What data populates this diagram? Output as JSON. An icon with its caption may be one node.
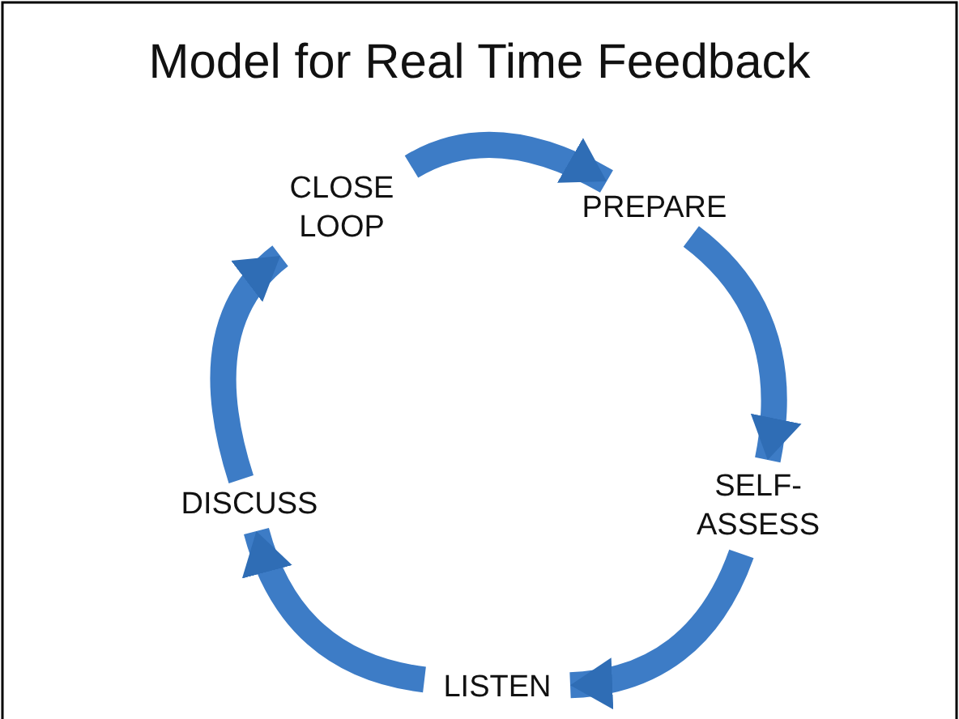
{
  "diagram": {
    "title": "Model for Real Time Feedback",
    "nodes": [
      {
        "text": [
          "CLOSE LOOP"
        ]
      },
      {
        "text": [
          "PREPARE"
        ]
      },
      {
        "text": [
          "SELF-ASSESS"
        ]
      },
      {
        "text": [
          "LISTEN"
        ]
      },
      {
        "text": [
          "DISCUSS"
        ]
      }
    ],
    "edges": [
      {
        "from": 0,
        "to": 1,
        "arrow": "to"
      },
      {
        "from": 1,
        "to": 2,
        "arrow": "to"
      },
      {
        "from": 2,
        "to": 3,
        "arrow": "to"
      },
      {
        "from": 3,
        "to": 4,
        "arrow": "to"
      },
      {
        "from": 4,
        "to": 0,
        "arrow": "to"
      }
    ]
  }
}
